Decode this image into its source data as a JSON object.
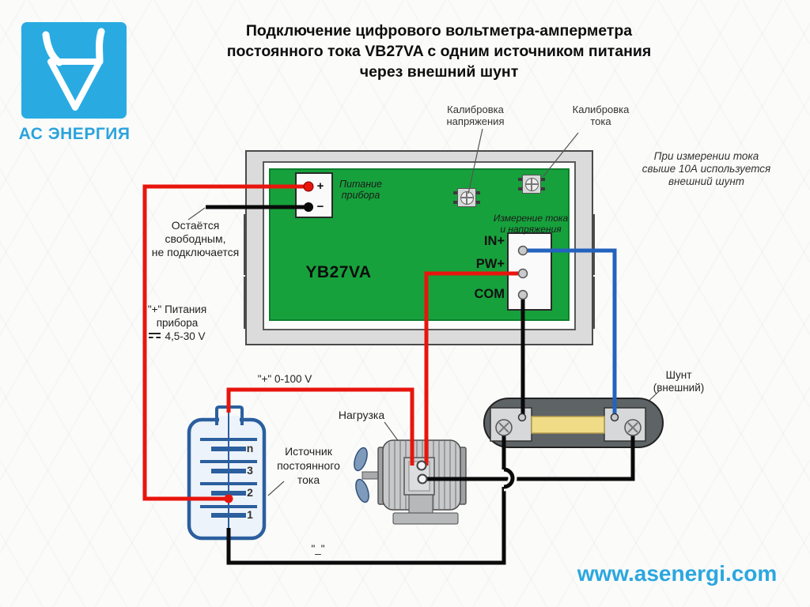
{
  "logo": {
    "brand": "АС ЭНЕРГИЯ"
  },
  "title": {
    "line1": "Подключение цифрового вольтметра-амперметра",
    "line2": "постоянного тока VB27VA с одним источником питания",
    "line3": "через внешний шунт"
  },
  "note_right": {
    "line1": "При измерении тока",
    "line2": "свыше 10А используется",
    "line3": "внешний шунт"
  },
  "website": "www.asenergi.com",
  "board": {
    "model": "YB27VA",
    "power_label": [
      "Питание",
      "прибора"
    ],
    "power_plus": "+",
    "power_minus": "−",
    "measure_label": [
      "Измерение тока",
      "и напряжения"
    ],
    "terminal_in": "IN+",
    "terminal_pw": "PW+",
    "terminal_com": "COM",
    "cal_voltage": [
      "Калибровка",
      "напряжения"
    ],
    "cal_current": [
      "Калибровка",
      "тока"
    ]
  },
  "labels": {
    "free_wire": [
      "Остаётся",
      "свободным,",
      "не подключается"
    ],
    "supply_wire": [
      "\"+\" Питания",
      "прибора"
    ],
    "supply_range": "4,5-30 V",
    "source_plus_wire": "\"+\" 0-100 V",
    "minus_wire": "\"_\"",
    "load": "Нагрузка",
    "source": [
      "Источник",
      "постоянного",
      "тока"
    ],
    "shunt": [
      "Шунт",
      "(внешний)"
    ],
    "battery_cells": [
      "n",
      "3",
      "2",
      "1"
    ]
  },
  "colors": {
    "brand_blue": "#29ABE2",
    "pcb_green": "#17A13C",
    "wire_red": "#E8150D",
    "wire_black": "#0A0A0A",
    "wire_blue": "#2363BE"
  }
}
